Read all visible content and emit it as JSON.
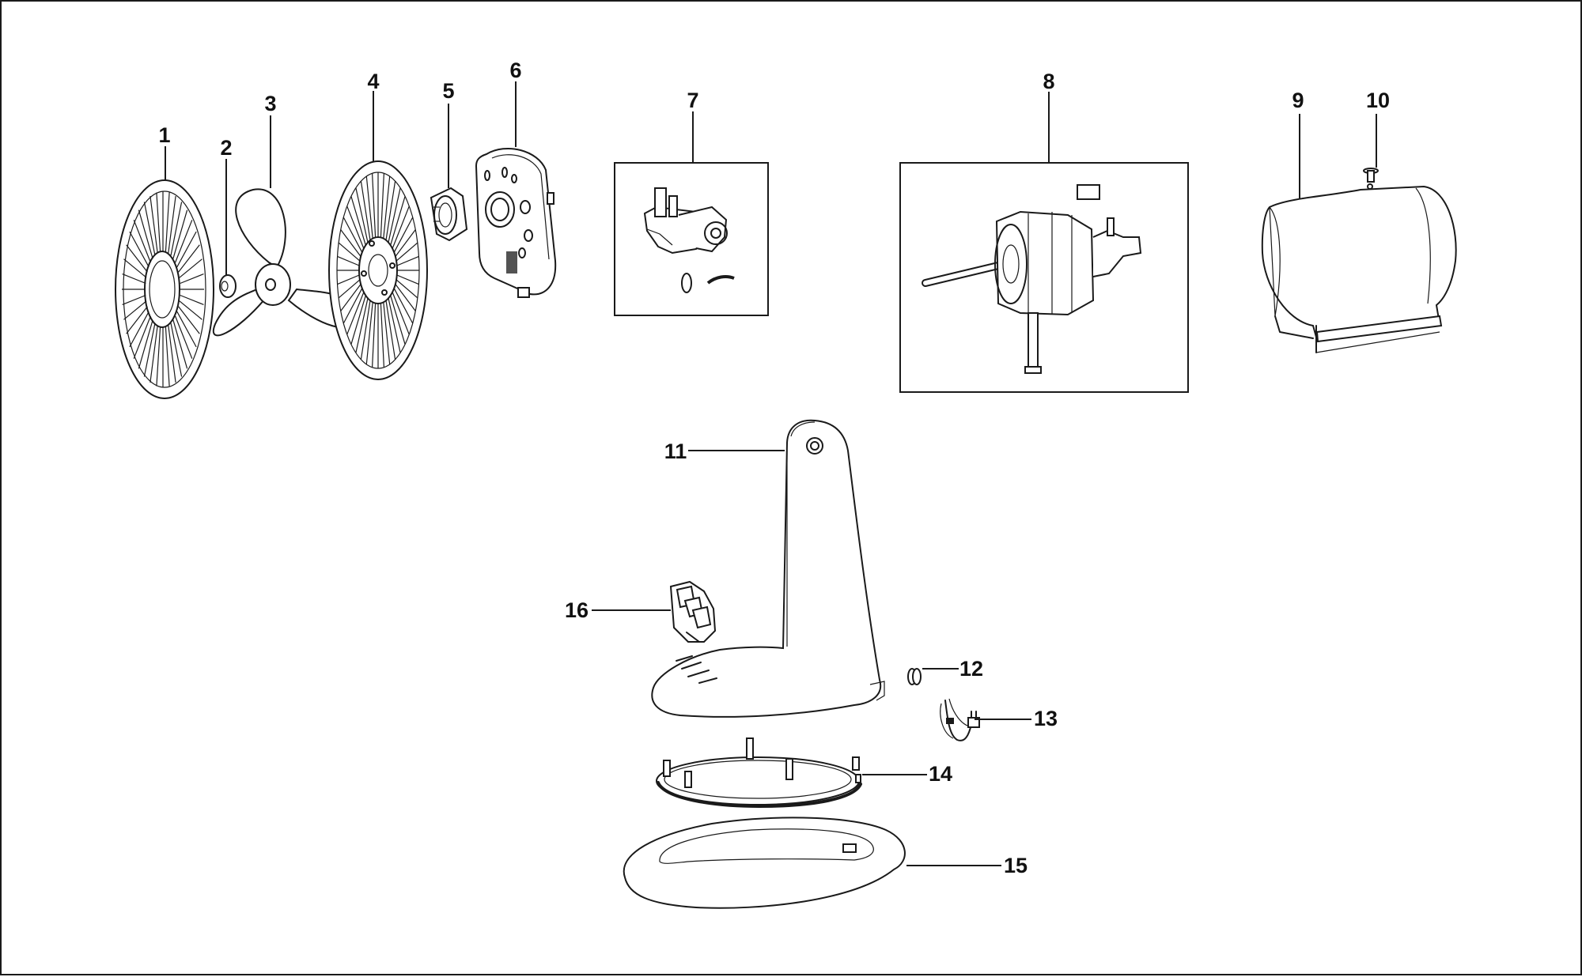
{
  "diagram": {
    "type": "exploded-parts-view",
    "callouts": [
      {
        "id": "1",
        "label": "1"
      },
      {
        "id": "2",
        "label": "2"
      },
      {
        "id": "3",
        "label": "3"
      },
      {
        "id": "4",
        "label": "4"
      },
      {
        "id": "5",
        "label": "5"
      },
      {
        "id": "6",
        "label": "6"
      },
      {
        "id": "7",
        "label": "7"
      },
      {
        "id": "8",
        "label": "8"
      },
      {
        "id": "9",
        "label": "9"
      },
      {
        "id": "10",
        "label": "10"
      },
      {
        "id": "11",
        "label": "11"
      },
      {
        "id": "12",
        "label": "12"
      },
      {
        "id": "13",
        "label": "13"
      },
      {
        "id": "14",
        "label": "14"
      },
      {
        "id": "15",
        "label": "15"
      },
      {
        "id": "16",
        "label": "16"
      }
    ],
    "colors": {
      "line": "#1a1a1a",
      "background": "#ffffff"
    }
  }
}
